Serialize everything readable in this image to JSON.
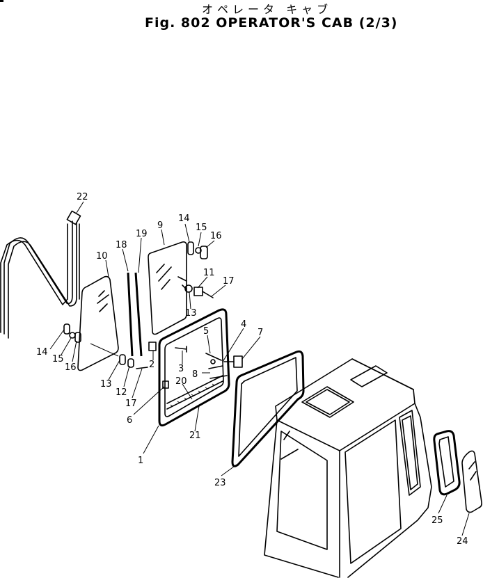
{
  "figure": {
    "title_jp": "オペレータ キャブ",
    "title_en": "Fig. 802  OPERATOR'S CAB (2/3)"
  },
  "callouts": [
    "22",
    "9",
    "19",
    "18",
    "10",
    "14",
    "15",
    "16",
    "11",
    "17",
    "13",
    "2",
    "3",
    "5",
    "4",
    "7",
    "8",
    "20",
    "21",
    "6",
    "1",
    "23",
    "25",
    "24"
  ]
}
